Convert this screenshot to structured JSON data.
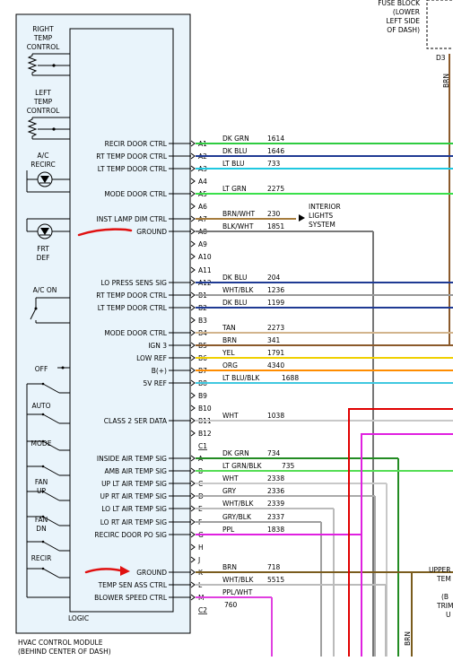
{
  "module": {
    "name_line1": "HVAC CONTROL MODULE",
    "name_line2": "(BEHIND CENTER OF DASH)",
    "logic_label": "LOGIC",
    "box_fill": "#e9f4fb"
  },
  "fuse_block": {
    "lines": [
      "FUSE BLOCK",
      "(LOWER",
      "LEFT SIDE",
      "OF DASH)"
    ],
    "pin": "D3",
    "wire_color": "BRN"
  },
  "left_components": [
    {
      "id": "right-temp-control",
      "lines": [
        "RIGHT",
        "TEMP",
        "CONTROL"
      ]
    },
    {
      "id": "left-temp-control",
      "lines": [
        "LEFT",
        "TEMP",
        "CONTROL"
      ]
    },
    {
      "id": "ac-recirc",
      "lines": [
        "A/C",
        "RECIRC"
      ]
    },
    {
      "id": "frt-def",
      "lines": [
        "FRT",
        "DEF"
      ]
    },
    {
      "id": "ac-on",
      "lines": [
        "A/C ON"
      ]
    }
  ],
  "switch_labels": [
    "OFF",
    "AUTO",
    "MODE",
    "FAN UP",
    "FAN DN",
    "RECIR"
  ],
  "circuits": [
    {
      "label": "RECIR DOOR CTRL",
      "pin": "A1",
      "wire": "DK GRN",
      "num": "1614",
      "color": "#2ecc40"
    },
    {
      "label": "RT TEMP DOOR CTRL",
      "pin": "A2",
      "wire": "DK BLU",
      "num": "1646",
      "color": "#1f3a93"
    },
    {
      "label": "LT TEMP DOOR CTRL",
      "pin": "A3",
      "wire": "LT BLU",
      "num": "733",
      "color": "#20c8e0"
    },
    {
      "label": "",
      "pin": "A4",
      "wire": "",
      "num": "",
      "color": ""
    },
    {
      "label": "MODE DOOR CTRL",
      "pin": "A5",
      "wire": "LT GRN",
      "num": "2275",
      "color": "#39e04a"
    },
    {
      "label": "",
      "pin": "A6",
      "wire": "",
      "num": "",
      "color": ""
    },
    {
      "label": "INST LAMP DIM CTRL",
      "pin": "A7",
      "wire": "BRN/WHT",
      "num": "230",
      "color": "#a67c3d"
    },
    {
      "label": "GROUND",
      "pin": "A8",
      "wire": "BLK/WHT",
      "num": "1851",
      "color": "#777777"
    },
    {
      "label": "",
      "pin": "A9",
      "wire": "",
      "num": "",
      "color": ""
    },
    {
      "label": "",
      "pin": "A10",
      "wire": "",
      "num": "",
      "color": ""
    },
    {
      "label": "",
      "pin": "A11",
      "wire": "",
      "num": "",
      "color": ""
    },
    {
      "label": "LO PRESS SENS SIG",
      "pin": "A12",
      "wire": "DK BLU",
      "num": "204",
      "color": "#1f3a93"
    },
    {
      "label": "RT TEMP DOOR CTRL",
      "pin": "B1",
      "wire": "WHT/BLK",
      "num": "1236",
      "color": "#999999"
    },
    {
      "label": "LT TEMP DOOR CTRL",
      "pin": "B2",
      "wire": "DK BLU",
      "num": "1199",
      "color": "#1f3a93"
    },
    {
      "label": "",
      "pin": "B3",
      "wire": "",
      "num": "",
      "color": ""
    },
    {
      "label": "MODE DOOR CTRL",
      "pin": "B4",
      "wire": "TAN",
      "num": "2273",
      "color": "#d2b48c"
    },
    {
      "label": "IGN 3",
      "pin": "B5",
      "wire": "BRN",
      "num": "341",
      "color": "#8b5a2b"
    },
    {
      "label": "LOW REF",
      "pin": "B6",
      "wire": "YEL",
      "num": "1791",
      "color": "#f0d000"
    },
    {
      "label": "B(+)",
      "pin": "B7",
      "wire": "ORG",
      "num": "4340",
      "color": "#ff8c00"
    },
    {
      "label": "5V REF",
      "pin": "B8",
      "wire": "LT BLU/BLK",
      "num": "1688",
      "color": "#40c8e0"
    },
    {
      "label": "",
      "pin": "B9",
      "wire": "",
      "num": "",
      "color": ""
    },
    {
      "label": "",
      "pin": "B10",
      "wire": "",
      "num": "",
      "color": ""
    },
    {
      "label": "CLASS 2 SER DATA",
      "pin": "B11",
      "wire": "WHT",
      "num": "1038",
      "color": "#c8c8c8"
    },
    {
      "label": "",
      "pin": "B12",
      "wire": "",
      "num": "",
      "color": ""
    },
    {
      "label": "",
      "pin": "C1",
      "wire": "",
      "num": "",
      "color": ""
    },
    {
      "label": "INSIDE AIR TEMP SIG",
      "pin": "A",
      "wire": "DK GRN",
      "num": "734",
      "color": "#228b22"
    },
    {
      "label": "AMB AIR TEMP SIG",
      "pin": "B",
      "wire": "LT GRN/BLK",
      "num": "735",
      "color": "#55dd55"
    },
    {
      "label": "UP LT AIR TEMP SIG",
      "pin": "C",
      "wire": "WHT",
      "num": "2338",
      "color": "#c8c8c8"
    },
    {
      "label": "UP RT AIR TEMP SIG",
      "pin": "D",
      "wire": "GRY",
      "num": "2336",
      "color": "#aaaaaa"
    },
    {
      "label": "LO LT AIR TEMP SIG",
      "pin": "E",
      "wire": "WHT/BLK",
      "num": "2339",
      "color": "#bbbbbb"
    },
    {
      "label": "LO RT AIR TEMP SIG",
      "pin": "F",
      "wire": "GRY/BLK",
      "num": "2337",
      "color": "#a0a0a0"
    },
    {
      "label": "RECIRC DOOR PO SIG",
      "pin": "G",
      "wire": "PPL",
      "num": "1838",
      "color": "#e020e0"
    },
    {
      "label": "",
      "pin": "H",
      "wire": "",
      "num": "",
      "color": ""
    },
    {
      "label": "",
      "pin": "J",
      "wire": "",
      "num": "",
      "color": ""
    },
    {
      "label": "GROUND",
      "pin": "K",
      "wire": "BRN",
      "num": "718",
      "color": "#7a5c1e"
    },
    {
      "label": "TEMP SEN ASS CTRL",
      "pin": "L",
      "wire": "WHT/BLK",
      "num": "5515",
      "color": "#bbbbbb"
    },
    {
      "label": "BLOWER SPEED CTRL",
      "pin": "M",
      "wire": "PPL/WHT",
      "num": "",
      "color": "#e040e0"
    },
    {
      "label": "",
      "pin": "C2",
      "wire": "",
      "num": "760",
      "color": ""
    }
  ],
  "interior_lights": [
    "INTERIOR",
    "LIGHTS",
    "SYSTEM"
  ],
  "right_edge": {
    "upper_lines": [
      "UPPER",
      "TEM"
    ],
    "lower_lines": [
      "(B",
      "TRIM",
      "U"
    ],
    "brn_label": "BRN"
  },
  "annotation_color": "#e01010"
}
